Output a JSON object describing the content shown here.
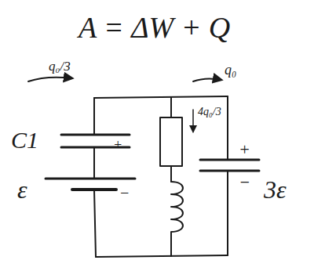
{
  "diagram": {
    "title": "A = ΔW + Q",
    "labels": [
      "q₀/3",
      "q₀",
      "4q₀/3",
      "C1",
      "ε",
      "3ε",
      "+",
      "+",
      "−",
      "−"
    ]
  }
}
